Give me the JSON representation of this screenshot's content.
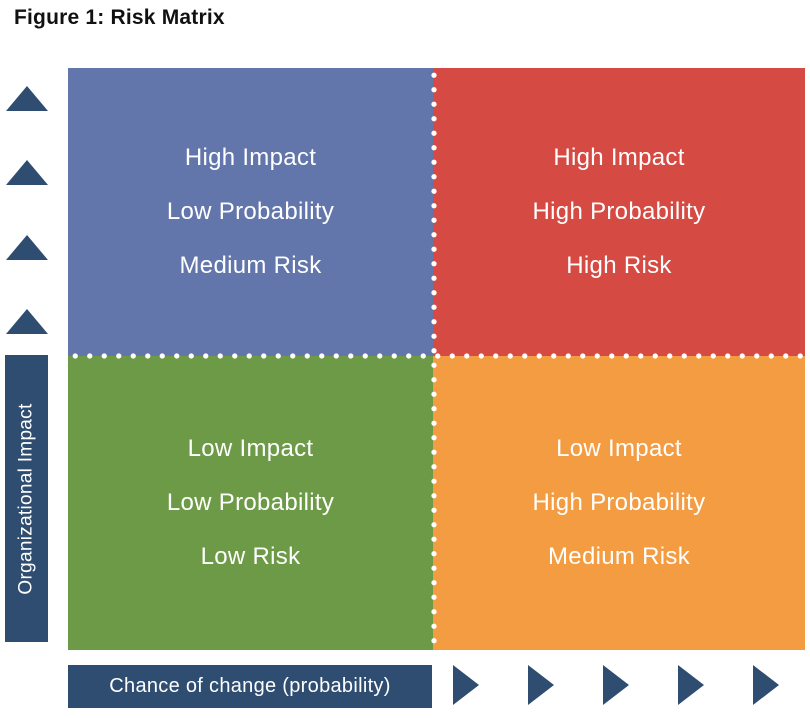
{
  "title": "Figure 1: Risk Matrix",
  "matrix": {
    "divider_color": "#FFFFFF",
    "quadrants": [
      {
        "position": "top-left",
        "color": "#6376AB",
        "line1": "High Impact",
        "line2": "Low Probability",
        "line3": "Medium Risk"
      },
      {
        "position": "top-right",
        "color": "#D54B44",
        "line1": "High Impact",
        "line2": "High Probability",
        "line3": "High Risk"
      },
      {
        "position": "bottom-left",
        "color": "#6D9A47",
        "line1": "Low Impact",
        "line2": "Low Probability",
        "line3": "Low Risk"
      },
      {
        "position": "bottom-right",
        "color": "#F49C42",
        "line1": "Low Impact",
        "line2": "High Probability",
        "line3": "Medium Risk"
      }
    ]
  },
  "y_axis": {
    "label": "Organizational Impact",
    "arrow_count": 4,
    "color": "#2E4D71"
  },
  "x_axis": {
    "label": "Chance of change (probability)",
    "arrow_count": 5,
    "color": "#2E4D71"
  }
}
